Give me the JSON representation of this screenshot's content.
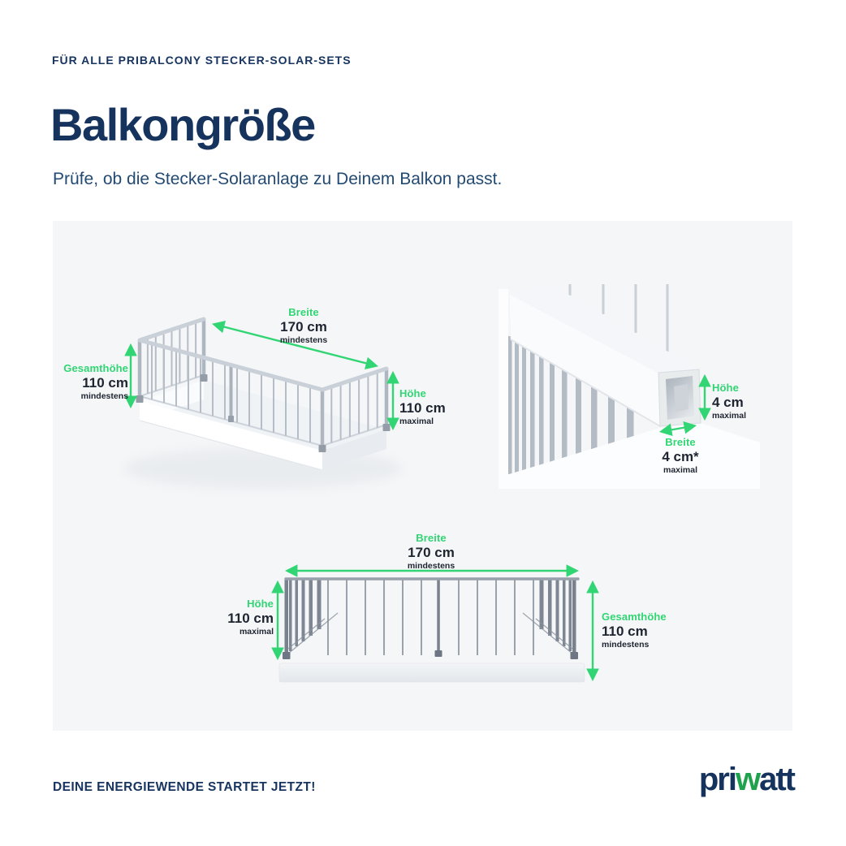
{
  "header": {
    "eyebrow": "FÜR ALLE PRIBALCONY STECKER-SOLAR-SETS",
    "title": "Balkongröße",
    "subtitle": "Prüfe, ob die Stecker-Solaranlage zu Deinem Balkon passt."
  },
  "colors": {
    "navy": "#173560",
    "accent_green": "#31d573",
    "logo_green": "#1fa24d",
    "panel_bg": "#f5f6f8",
    "value_text": "#1e2530"
  },
  "diagram": {
    "perspective_view": {
      "description": "balcony-railing-perspective-render",
      "measurements": {
        "gesamthoehe": {
          "dimension": "Gesamthöhe",
          "value": "110 cm",
          "qualifier": "mindestens"
        },
        "breite": {
          "dimension": "Breite",
          "value": "170 cm",
          "qualifier": "mindestens"
        },
        "hoehe": {
          "dimension": "Höhe",
          "value": "110 cm",
          "qualifier": "maximal"
        }
      }
    },
    "handrail_closeup": {
      "description": "handrail-tube-cross-section-render",
      "measurements": {
        "hoehe": {
          "dimension": "Höhe",
          "value": "4 cm",
          "qualifier": "maximal"
        },
        "breite": {
          "dimension": "Breite",
          "value": "4 cm*",
          "qualifier": "maximal"
        }
      }
    },
    "front_view": {
      "description": "balcony-railing-front-render",
      "measurements": {
        "breite": {
          "dimension": "Breite",
          "value": "170 cm",
          "qualifier": "mindestens"
        },
        "hoehe": {
          "dimension": "Höhe",
          "value": "110 cm",
          "qualifier": "maximal"
        },
        "gesamthoehe": {
          "dimension": "Gesamthöhe",
          "value": "110 cm",
          "qualifier": "mindestens"
        }
      }
    }
  },
  "footer": {
    "tagline": "DEINE ENERGIEWENDE STARTET JETZT!",
    "logo": {
      "prefix": "pri",
      "highlight": "w",
      "suffix": "att"
    }
  }
}
